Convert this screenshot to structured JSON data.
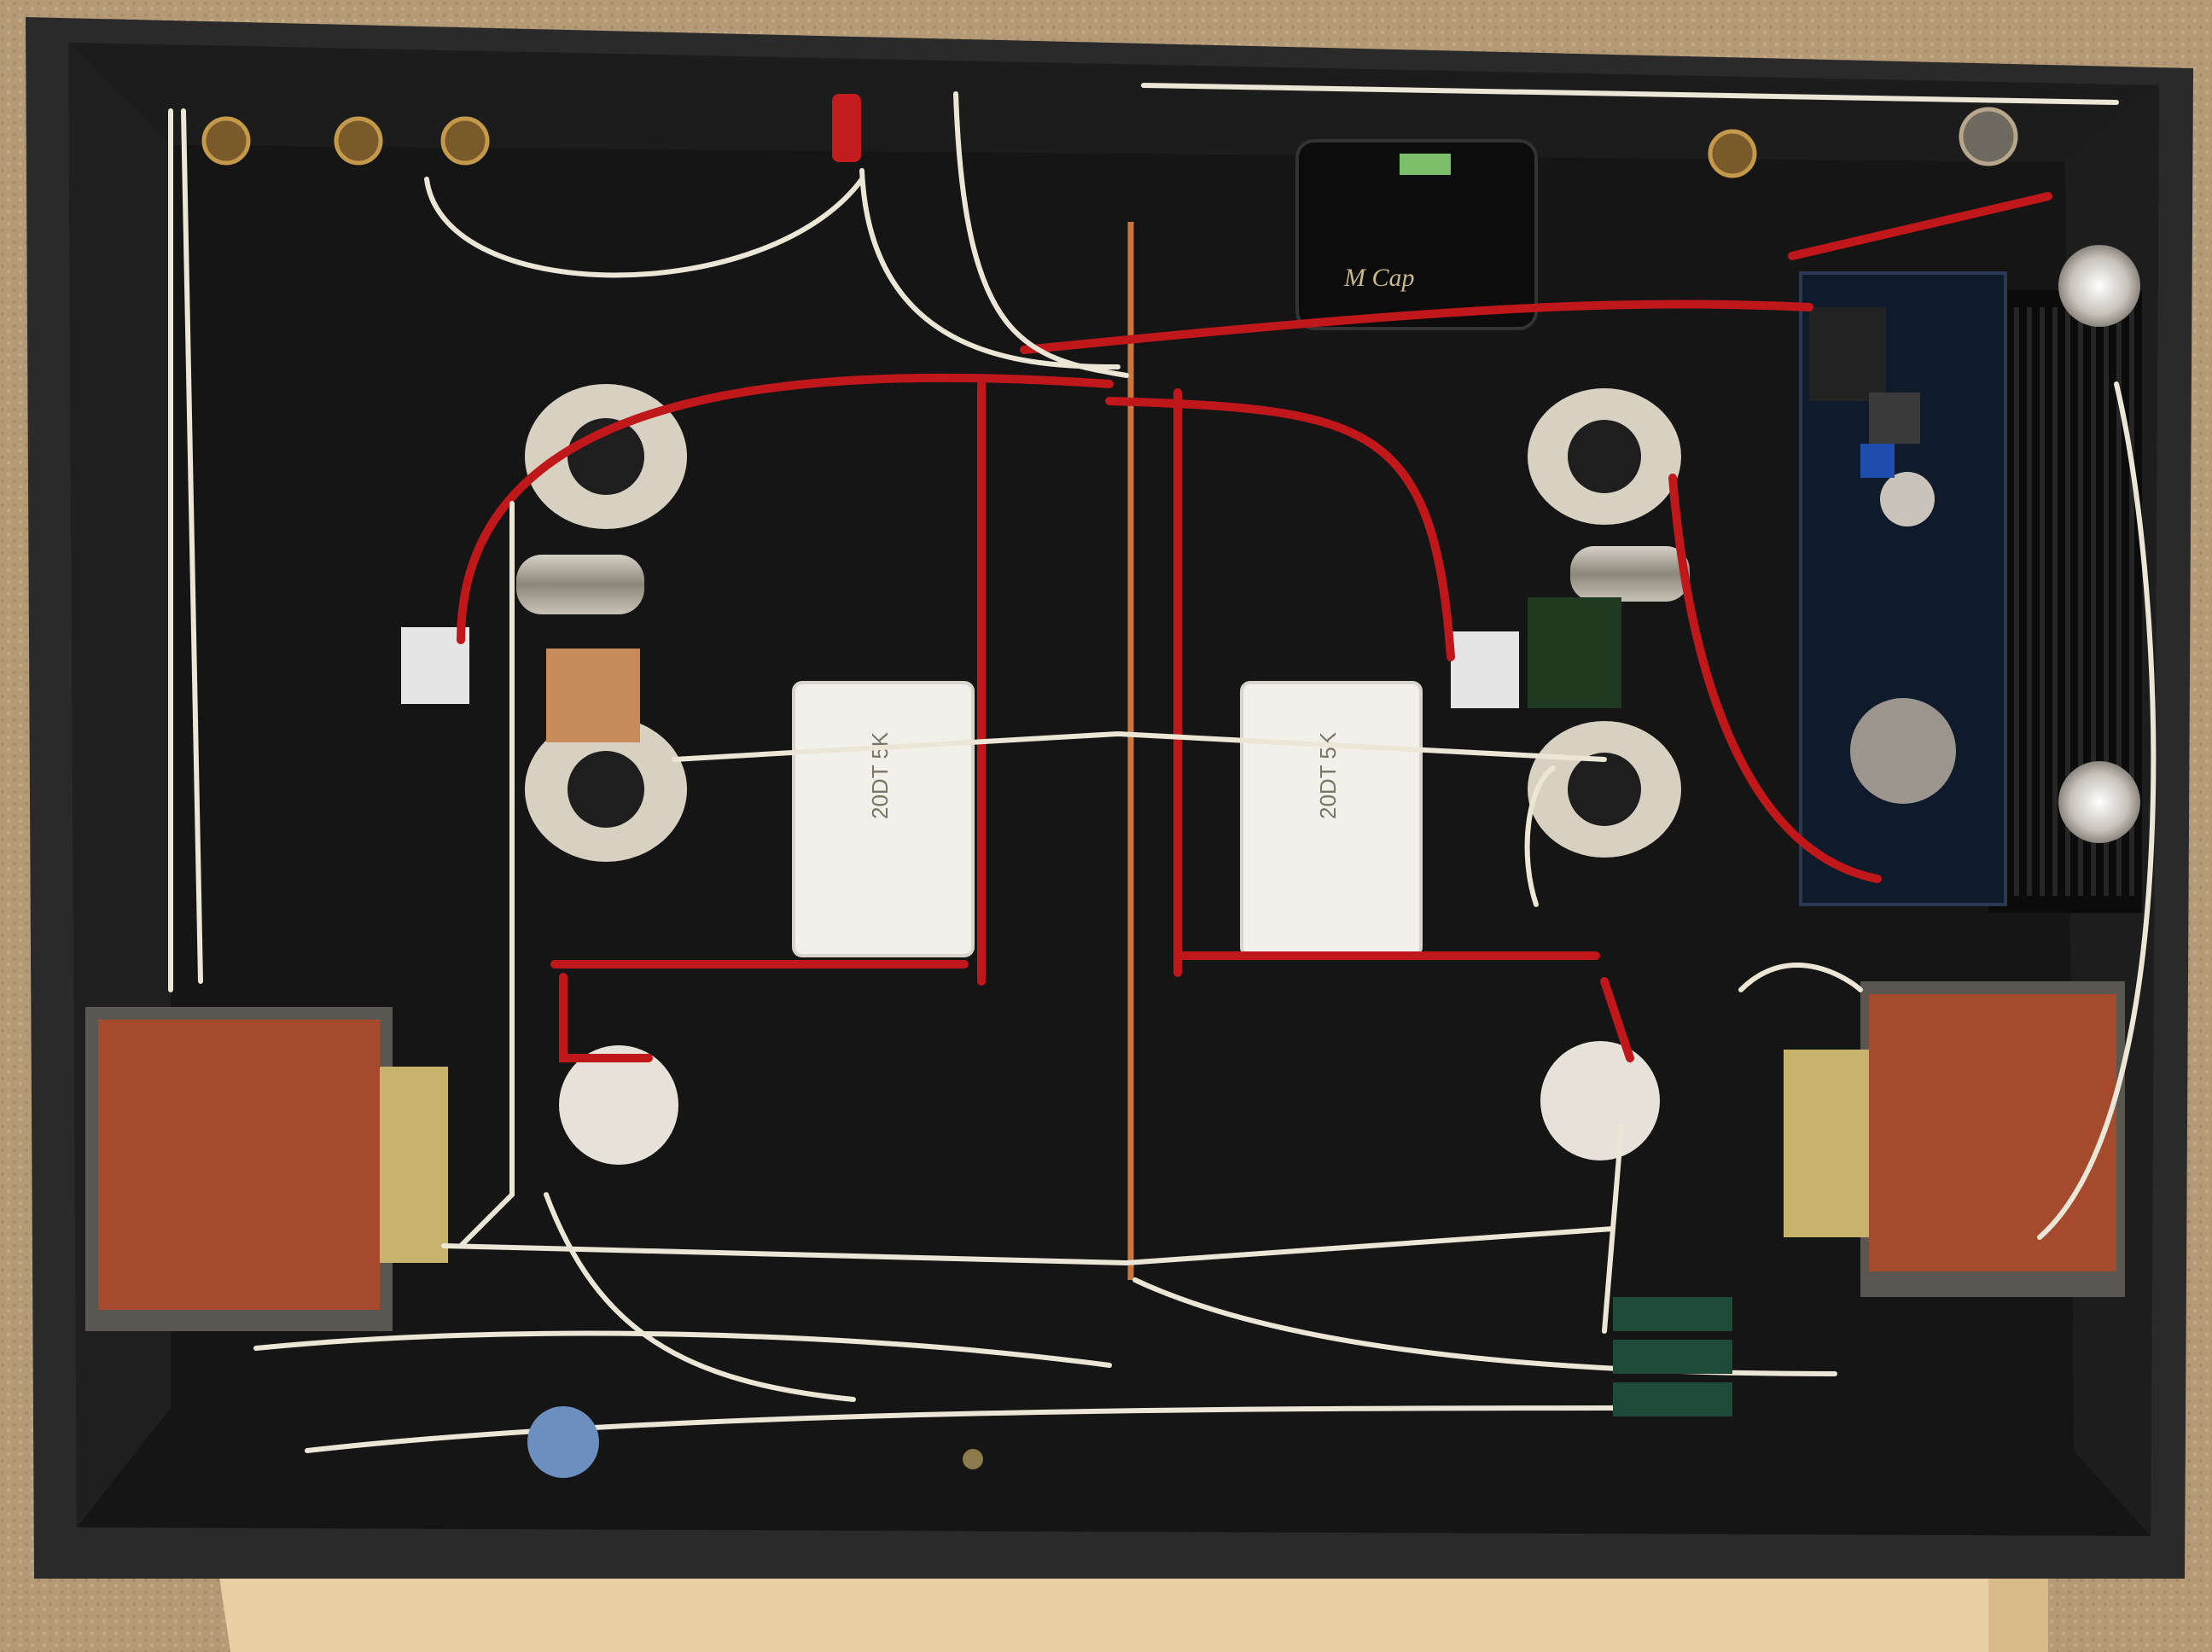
{
  "photo": {
    "subject": "",
    "colors": {
      "carpet": "#b59a78",
      "carpet_dark": "#9c8263",
      "chassis": "#161616",
      "chassis_rim": "#2a2a2a",
      "wood": "#e6c99a",
      "wire_white": "#ece6d6",
      "wire_red": "#c0171b",
      "wire_copper": "#c8763a",
      "ceramic": "#d9d2c4",
      "transformer_red": "#a64a2e",
      "heatsink": "#0d0d0d",
      "pcb": "#101b2a",
      "resistor_white": "#f2f0ea",
      "cap_silver": "#b9b4a8"
    },
    "resistor_markings": {
      "left": "20DT 5K",
      "right": "20DT 5K"
    },
    "capacitor_marking": "M Cap"
  }
}
